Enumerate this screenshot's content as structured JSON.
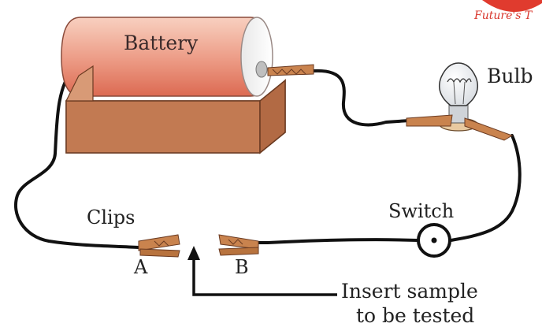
{
  "watermark": {
    "text": "Future's T",
    "color": "#d8342a"
  },
  "labels": {
    "battery": "Battery",
    "bulb": "Bulb",
    "switch": "Switch",
    "clips": "Clips",
    "clip_a": "A",
    "clip_b": "B",
    "insert_line1": "Insert sample",
    "insert_line2": "to be tested"
  },
  "colors": {
    "wire": "#111111",
    "battery_top": "#f6c3b0",
    "battery_bottom": "#e06e55",
    "box": "#c8825a",
    "clip": "#c9834e"
  }
}
